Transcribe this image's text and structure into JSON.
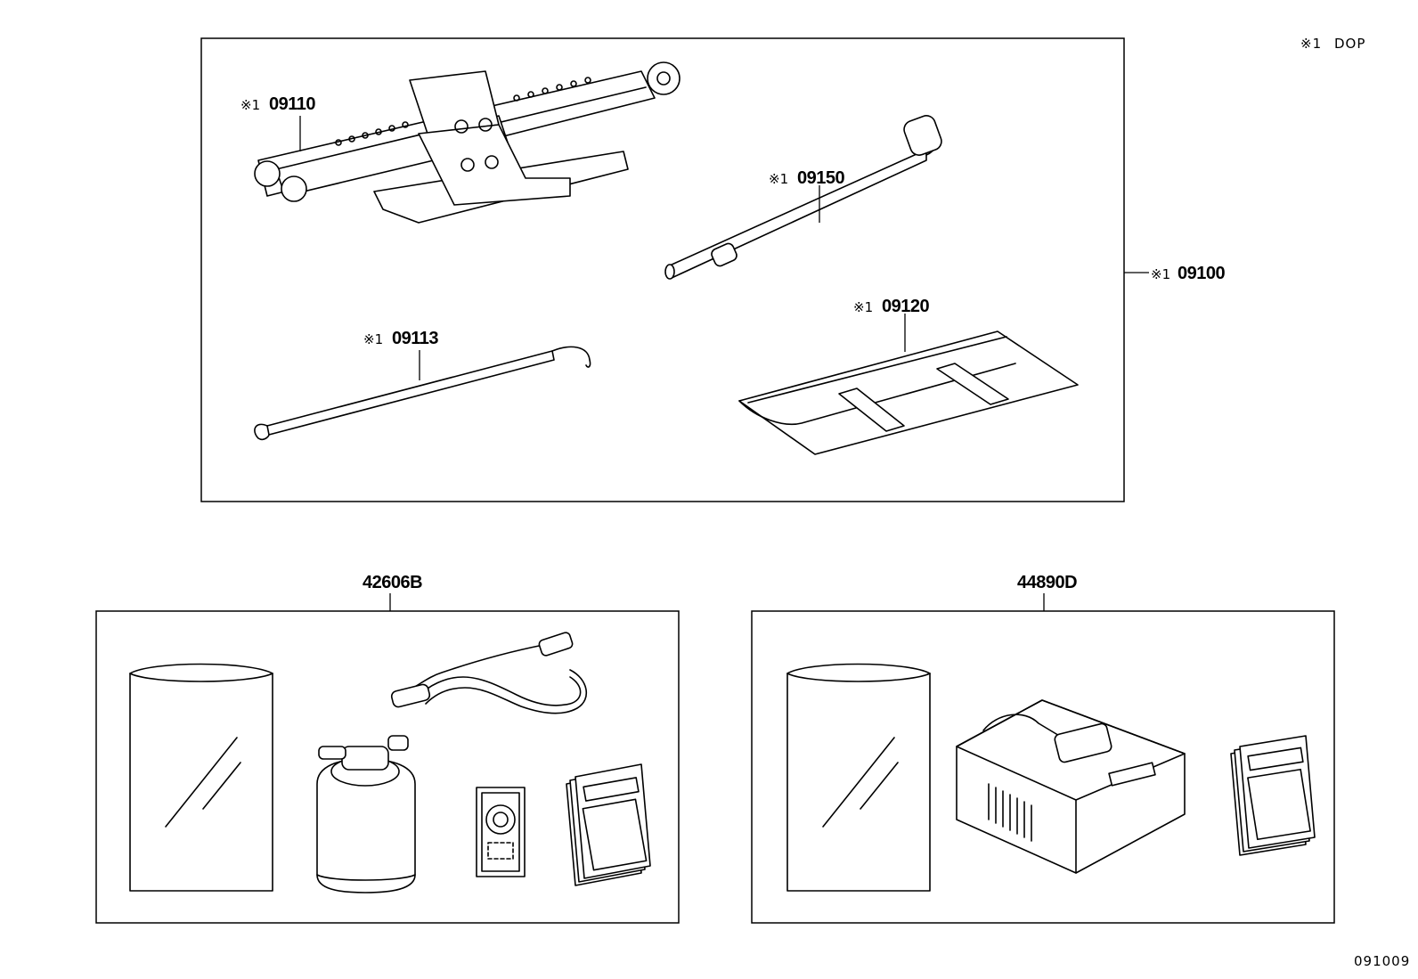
{
  "legend": {
    "symbol": "※1",
    "text": "DOP"
  },
  "drawing_code": "091009",
  "mark": "※1",
  "groups": {
    "tool_kit": {
      "part_no": "09100"
    },
    "repair_kit_a": {
      "part_no": "42606B"
    },
    "repair_kit_b": {
      "part_no": "44890D"
    }
  },
  "parts": {
    "jack": "09110",
    "jack_handle": "09113",
    "wrench": "09150",
    "tool_bag": "09120"
  }
}
